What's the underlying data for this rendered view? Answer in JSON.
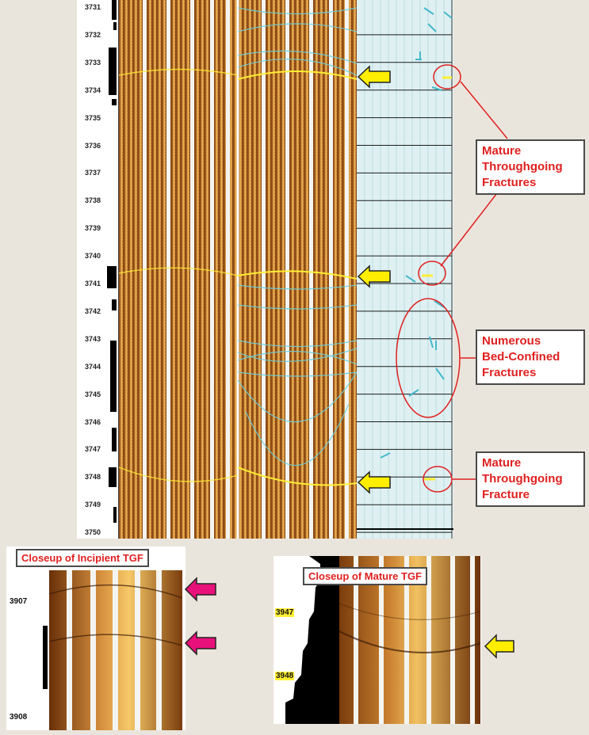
{
  "main_log": {
    "depth_labels": [
      "3731",
      "3732",
      "3733",
      "3734",
      "3735",
      "3736",
      "3737",
      "3738",
      "3739",
      "3740",
      "3741",
      "3742",
      "3743",
      "3744",
      "3745",
      "3746",
      "3747",
      "3748",
      "3749",
      "3750"
    ]
  },
  "callouts": {
    "mature_throughgoing_fractures": "Mature\nThroughgoing\nFractures",
    "numerous_bed_confined": "Numerous\nBed-Confined\nFractures",
    "mature_throughgoing_fracture": "Mature\nThroughgoing\nFracture"
  },
  "closeup_incipient": {
    "title": "Closeup of Incipient TGF",
    "depth_top": "3907",
    "depth_bottom": "3908"
  },
  "closeup_mature": {
    "title": "Closeup of Mature TGF",
    "depth_top": "3947",
    "depth_bottom": "3948"
  },
  "colors": {
    "callout_text": "#e02020",
    "yellow_arrow": "#ffee00",
    "magenta_arrow": "#e8107a",
    "dip_tadpole": "#44b8cc",
    "sinusoid_yellow": "#ffee33",
    "image_brown": "#a8601c",
    "image_light": "#f4c060"
  },
  "icons": [
    "yellow-arrow-icon",
    "magenta-arrow-icon",
    "red-circle-marker"
  ]
}
